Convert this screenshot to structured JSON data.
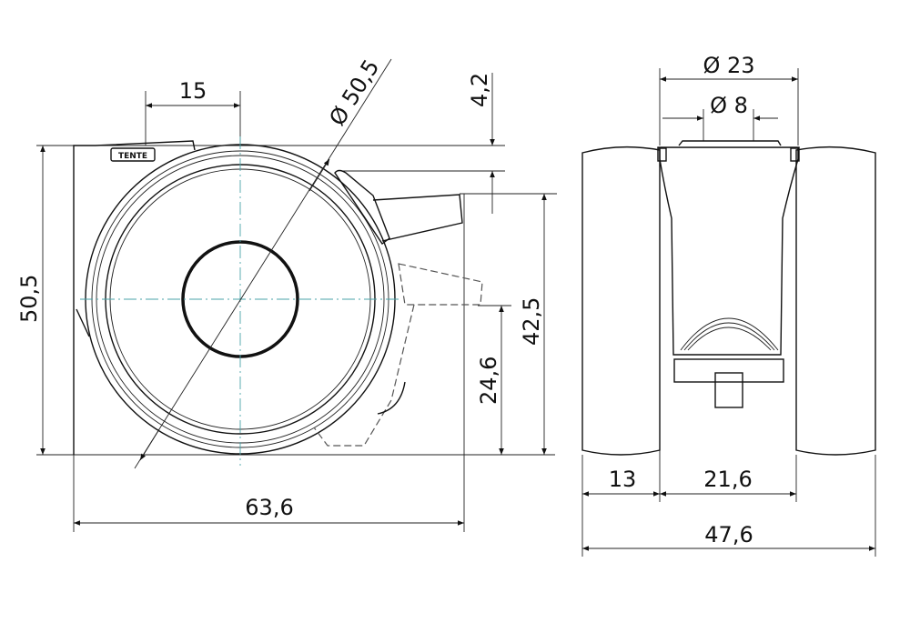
{
  "title": "Castor wheel technical drawing",
  "logo_text": "TENTE",
  "side_view": {
    "dims": {
      "offset": "15",
      "wheel_diameter": "Ø 50,5",
      "top_plate": "4,2",
      "total_height": "50,5",
      "brake_height": "42,5",
      "axle_height": "24,6",
      "total_length": "63,6"
    }
  },
  "front_view": {
    "dims": {
      "stem_diameter": "Ø 23",
      "bore_diameter": "Ø 8",
      "wheel_width": "13",
      "fork_width": "21,6",
      "total_width": "47,6"
    }
  },
  "colors": {
    "line": "#111111",
    "centerline": "#4aa3a8"
  }
}
